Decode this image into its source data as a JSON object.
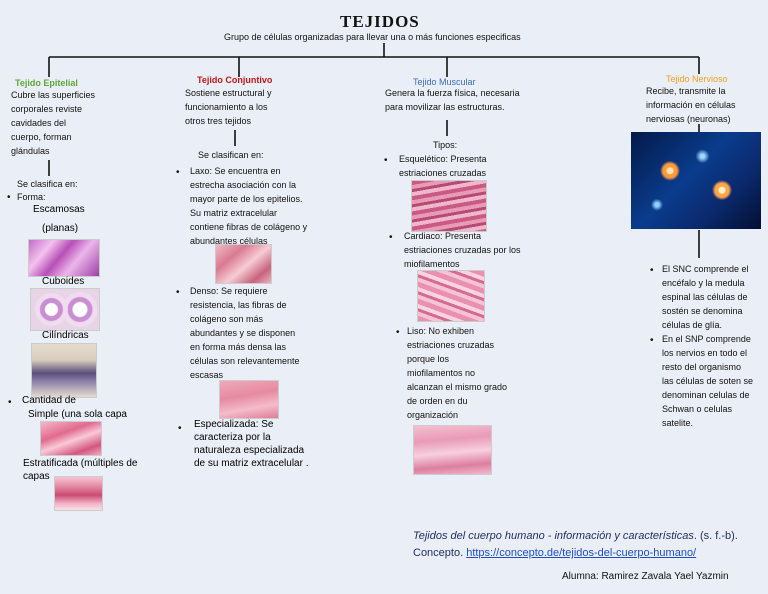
{
  "header": {
    "title": "TEJIDOS",
    "subtitle": "Grupo de células organizadas para llevar una o más funciones especificas"
  },
  "colors": {
    "epitelial": "#5aa83a",
    "conjuntivo": "#c0161c",
    "muscular": "#3a6fb8",
    "nervioso": "#f0a020"
  },
  "epitelial": {
    "heading": "Tejido Epitelial",
    "desc": [
      "Cubre las superficies",
      "corporales reviste",
      "cavidades del",
      "cuerpo, forman",
      "glándulas"
    ],
    "classify": "Se clasifica en:",
    "forma_label": "Forma:",
    "escamosas_1": "Escamosas",
    "escamosas_2": "(planas)",
    "cuboides": "Cuboides",
    "cilindricas": "Cilíndricas",
    "cantidad_label": "Cantidad de",
    "simple": "Simple (una sola capa",
    "estratificada_1": "Estratificada (múltiples de",
    "estratificada_2": "capas"
  },
  "conjuntivo": {
    "heading": "Tejido Conjuntivo",
    "desc": [
      "Sostiene estructural y",
      "funcionamiento a los",
      "otros tres tejidos"
    ],
    "classify": "Se clasifican en:",
    "laxo": [
      "Laxo: Se encuentra en",
      "estrecha asociación con la",
      "mayor parte de los epitelios.",
      "Su matriz extracelular",
      "contiene fibras de colágeno y",
      "abundantes células"
    ],
    "denso": [
      "Denso: Se requiere",
      "resistencia, las fibras de",
      "colágeno son más",
      "abundantes y se disponen",
      "en forma más densa las",
      "células son relevantemente",
      "escasas"
    ],
    "especializada": [
      "Especializada: Se",
      "caracteriza por la",
      "naturaleza especializada",
      "de su matriz extracelular ."
    ]
  },
  "muscular": {
    "heading": "Tejido Muscular",
    "desc": [
      "Genera la fuerza física, necesaria",
      "para movilizar las estructuras."
    ],
    "tipos": "Tipos:",
    "esqueletico": [
      "Esquelético: Presenta",
      "estriaciones cruzadas"
    ],
    "cardiaco": [
      "Cardiaco: Presenta",
      "estriaciones cruzadas por los",
      "miofilamentos"
    ],
    "liso": [
      "Liso: No exhiben",
      "estriaciones cruzadas",
      "porque los",
      "miofilamentos no",
      "alcanzan el mismo grado",
      "de orden en du",
      "organización"
    ]
  },
  "nervioso": {
    "heading": "Tejido Nervioso",
    "desc": [
      "Recibe, transmite la",
      "información en células",
      "nerviosas (neuronas)"
    ],
    "snc": [
      "El SNC comprende el",
      "encéfalo y la medula",
      "espinal las células de",
      "sostén se denomina",
      "células de glía."
    ],
    "snp": [
      "En el SNP comprende",
      "los nervios en todo el",
      "resto del organismo",
      "las células de soten se",
      "denominan celulas de",
      "Schwan o celulas",
      "satelite."
    ]
  },
  "reference": {
    "line1_italic": "Tejidos del cuerpo humano - información y características",
    "line1_rest": ". (s. f.-b).",
    "line2_prefix": "Concepto. ",
    "url": "https://concepto.de/tejidos-del-cuerpo-humano/"
  },
  "author": "Alumna: Ramirez Zavala Yael Yazmin"
}
